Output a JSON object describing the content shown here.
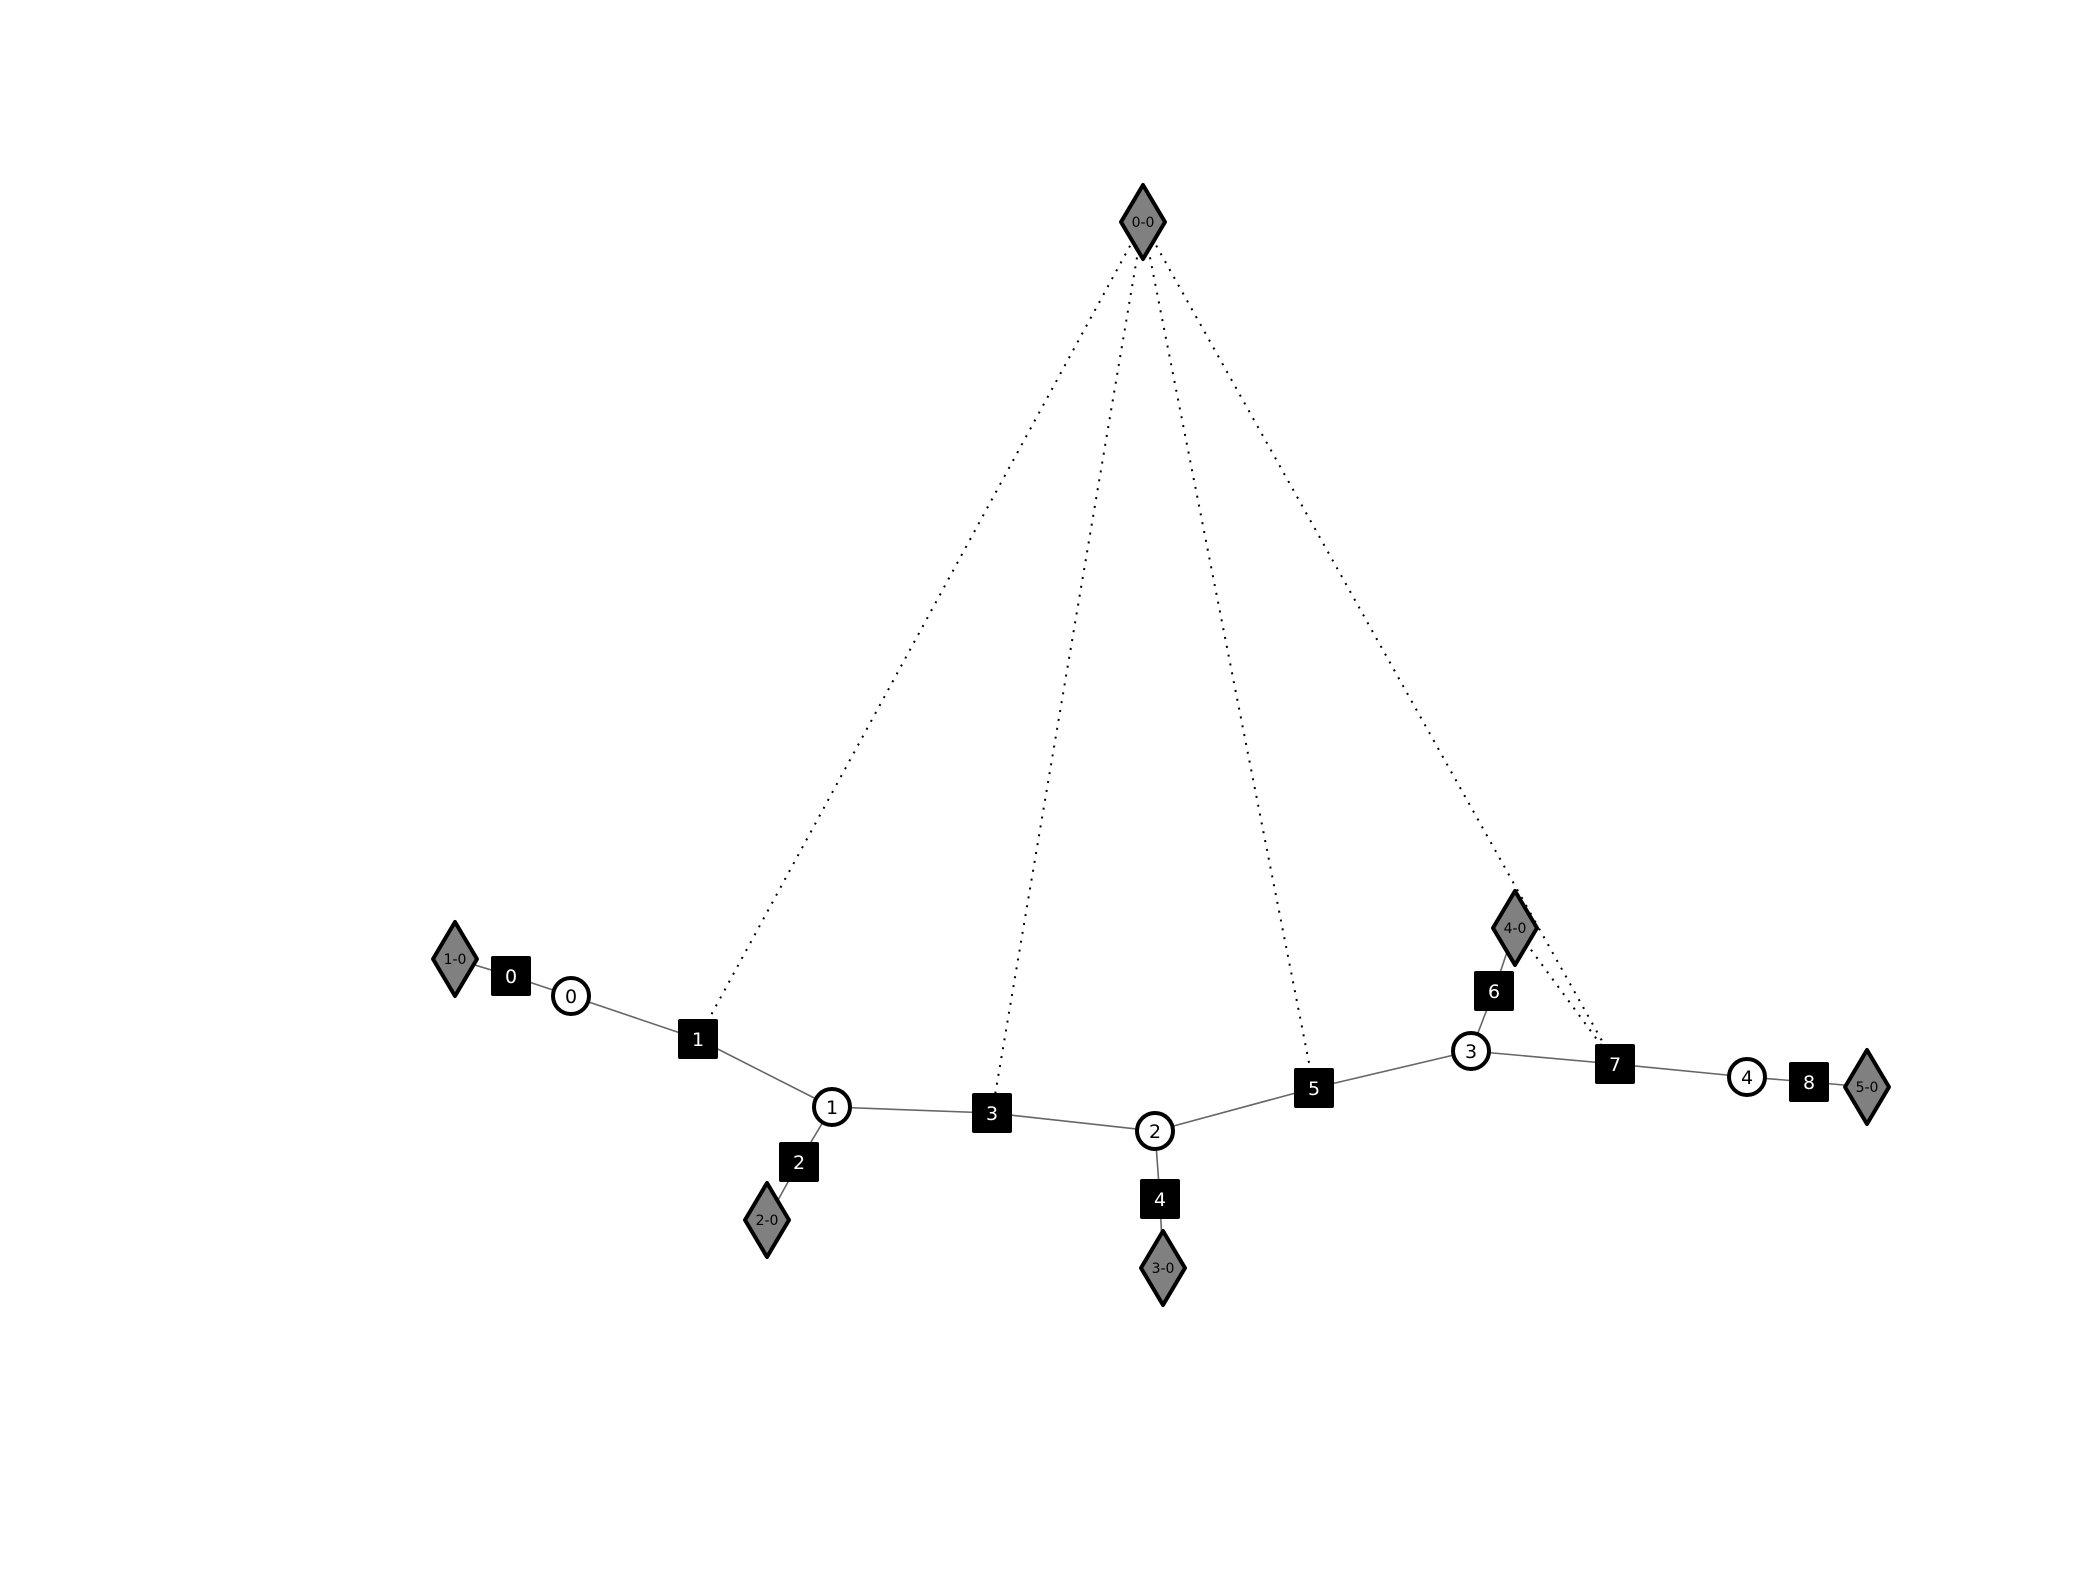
{
  "diagram": {
    "colors": {
      "background": "#ffffff",
      "solid_edge": "#666666",
      "dotted_edge": "#000000",
      "circle_fill": "#ffffff",
      "square_fill": "#000000",
      "diamond_fill": "#808080"
    },
    "circle_nodes": [
      {
        "id": "c0",
        "label": "0"
      },
      {
        "id": "c1",
        "label": "1"
      },
      {
        "id": "c2",
        "label": "2"
      },
      {
        "id": "c3",
        "label": "3"
      },
      {
        "id": "c4",
        "label": "4"
      }
    ],
    "square_nodes": [
      {
        "id": "s0",
        "label": "0"
      },
      {
        "id": "s1",
        "label": "1"
      },
      {
        "id": "s2",
        "label": "2"
      },
      {
        "id": "s3",
        "label": "3"
      },
      {
        "id": "s4",
        "label": "4"
      },
      {
        "id": "s5",
        "label": "5"
      },
      {
        "id": "s6",
        "label": "6"
      },
      {
        "id": "s7",
        "label": "7"
      },
      {
        "id": "s8",
        "label": "8"
      }
    ],
    "diamond_nodes": [
      {
        "id": "d00",
        "label": "0-0"
      },
      {
        "id": "d10",
        "label": "1-0"
      },
      {
        "id": "d20",
        "label": "2-0"
      },
      {
        "id": "d30",
        "label": "3-0"
      },
      {
        "id": "d40",
        "label": "4-0"
      },
      {
        "id": "d50",
        "label": "5-0"
      }
    ],
    "solid_edges": [
      [
        "d10",
        "s0"
      ],
      [
        "s0",
        "c0"
      ],
      [
        "c0",
        "s1"
      ],
      [
        "s1",
        "c1"
      ],
      [
        "c1",
        "s2"
      ],
      [
        "s2",
        "d20"
      ],
      [
        "c1",
        "s3"
      ],
      [
        "s3",
        "c2"
      ],
      [
        "c2",
        "s4"
      ],
      [
        "s4",
        "d30"
      ],
      [
        "c2",
        "s5"
      ],
      [
        "s5",
        "c3"
      ],
      [
        "c3",
        "s6"
      ],
      [
        "s6",
        "d40"
      ],
      [
        "c3",
        "s7"
      ],
      [
        "s7",
        "c4"
      ],
      [
        "c4",
        "s8"
      ],
      [
        "s8",
        "d50"
      ]
    ],
    "dotted_edges": [
      [
        "d00",
        "s1"
      ],
      [
        "d00",
        "s3"
      ],
      [
        "d00",
        "s5"
      ],
      [
        "d00",
        "s7"
      ],
      [
        "d40",
        "s7"
      ]
    ]
  }
}
